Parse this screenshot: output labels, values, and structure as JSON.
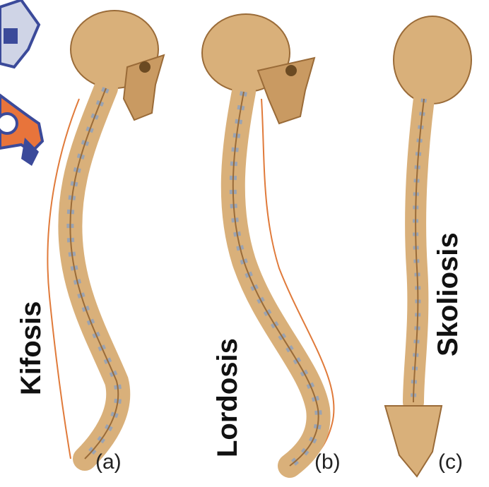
{
  "figure": {
    "panels": [
      {
        "label": "Kifosis",
        "caption": "(a)"
      },
      {
        "label": "Lordosis",
        "caption": "(b)"
      },
      {
        "label": "Skoliosis",
        "caption": "(c)"
      }
    ],
    "colors": {
      "bone": "#d9b07a",
      "bone_dark": "#9a6b38",
      "disc": "#9aa3b2",
      "guide_line": "#e07a3a",
      "mascot_blue": "#3b4a9a",
      "mascot_orange": "#e8743b"
    }
  }
}
